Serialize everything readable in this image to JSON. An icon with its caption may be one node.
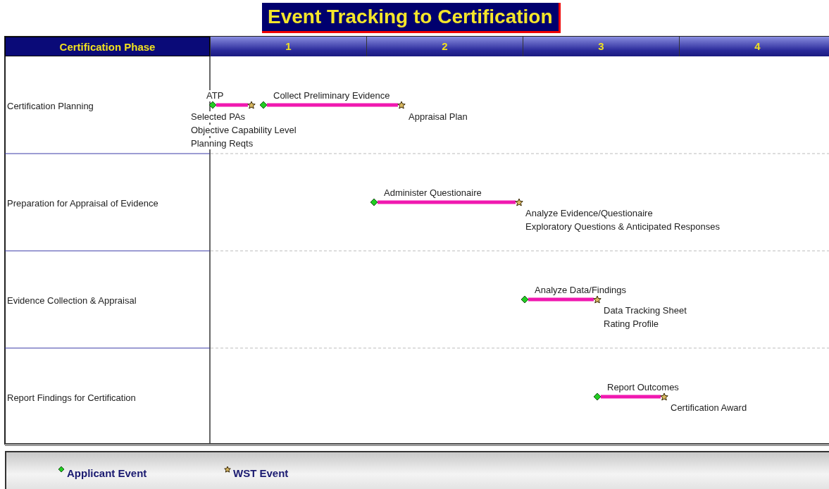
{
  "diagram": {
    "title": "Event Tracking to Certification",
    "nodes": [
      {
        "text": [],
        "shape": "diamond",
        "beside": [
          "Selected PAs",
          "Objective Capability Level",
          "Planning Reqts"
        ]
      },
      {
        "text": [],
        "shape": "star"
      },
      {
        "text": [],
        "shape": "diamond"
      },
      {
        "text": [],
        "shape": "star",
        "beside": [
          "Appraisal Plan"
        ]
      },
      {
        "text": [],
        "shape": "diamond"
      },
      {
        "text": [],
        "shape": "star",
        "beside": [
          "Analyze Evidence/Questionaire",
          "Exploratory Questions & Anticipated Responses"
        ]
      },
      {
        "text": [],
        "shape": "diamond"
      },
      {
        "text": [],
        "shape": "star",
        "beside": [
          "Data Tracking Sheet",
          "Rating Profile"
        ]
      },
      {
        "text": [],
        "shape": "diamond"
      },
      {
        "text": [],
        "shape": "star",
        "beside": [
          "Certification Award"
        ]
      }
    ],
    "edges": [
      {
        "from": 0,
        "to": 1,
        "arrow": "none",
        "label": "ATP"
      },
      {
        "from": 2,
        "to": 3,
        "arrow": "none",
        "label": "Collect Preliminary Evidence"
      },
      {
        "from": 4,
        "to": 5,
        "arrow": "none",
        "label": "Administer Questionaire"
      },
      {
        "from": 6,
        "to": 7,
        "arrow": "none",
        "label": "Analyze Data/Findings"
      },
      {
        "from": 8,
        "to": 9,
        "arrow": "none",
        "label": "Report Outcomes"
      }
    ],
    "labels": [
      "Certification Phase",
      "1",
      "2",
      "3",
      "4",
      "Certification Planning",
      "Preparation for Appraisal of Evidence",
      "Evidence Collection & Appraisal",
      "Report Findings for Certification"
    ],
    "legend": [
      {
        "text": "Applicant Event"
      },
      {
        "text": "WST Event"
      }
    ]
  }
}
